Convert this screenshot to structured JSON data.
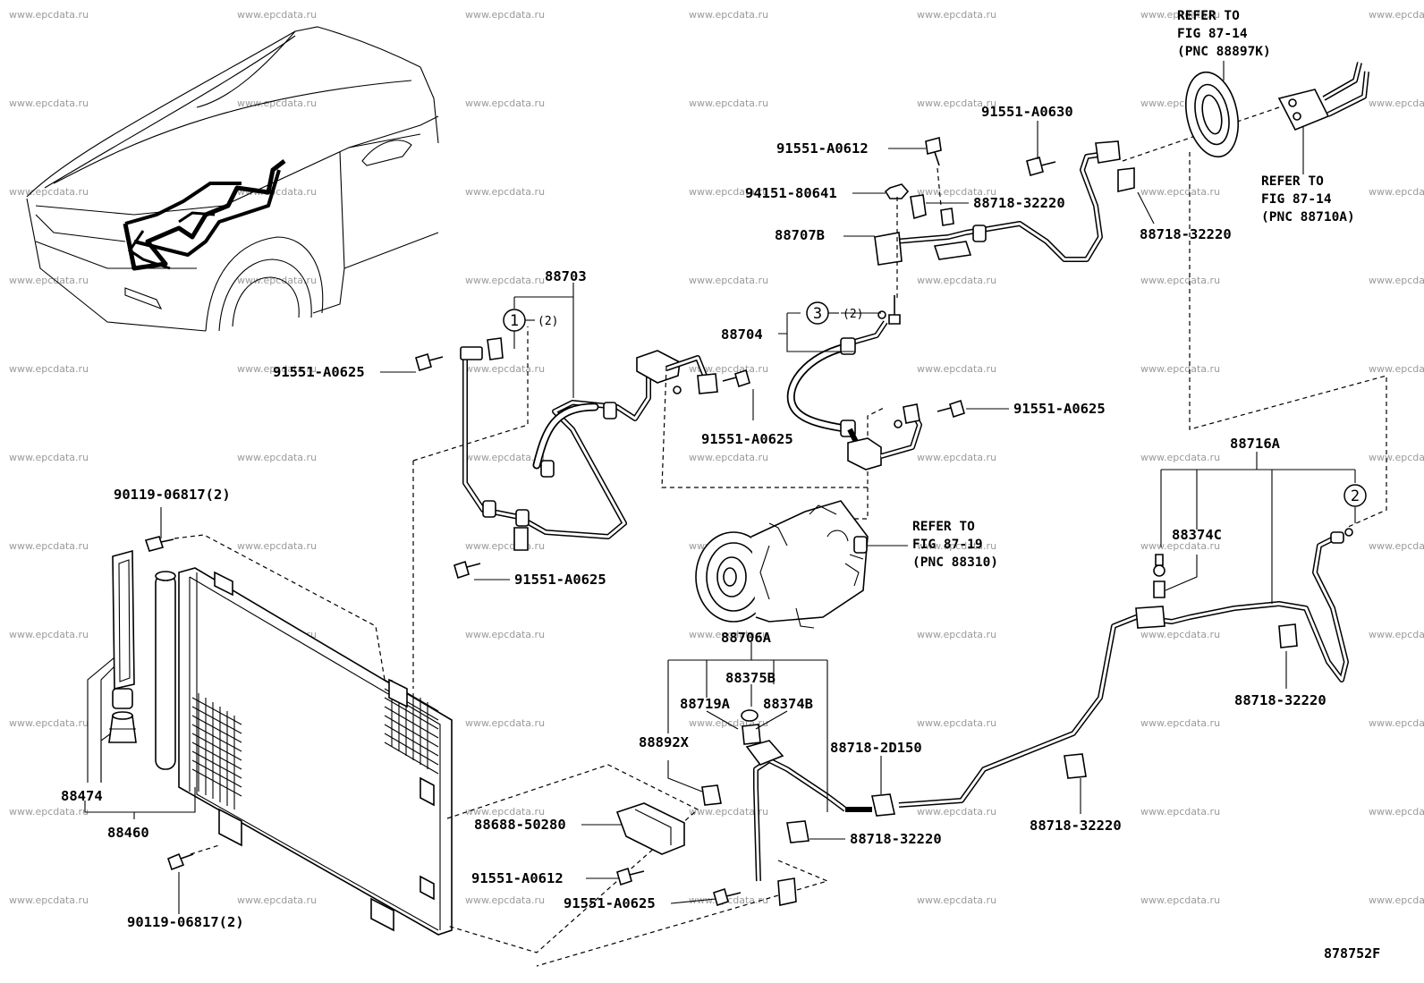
{
  "diagram": {
    "figure_id": "878752F",
    "watermark": "www.epcdata.ru",
    "labels": {
      "p88703": "88703",
      "p88704": "88704",
      "p88707b": "88707B",
      "p88716a": "88716A",
      "p88374c": "88374C",
      "p88706a": "88706A",
      "p88375b": "88375B",
      "p88719a": "88719A",
      "p88374b": "88374B",
      "p88892x": "88892X",
      "p88474": "88474",
      "p88460": "88460",
      "p88688_50280": "88688-50280",
      "p88718_2d150": "88718-2D150",
      "p90119_top": "90119-06817(2)",
      "p90119_bottom": "90119-06817(2)",
      "p91551_a0630": "91551-A0630",
      "p91551_a0612_top": "91551-A0612",
      "p91551_a0612_bottom": "91551-A0612",
      "p94151_80641": "94151-80641",
      "p88718_32220_a": "88718-32220",
      "p88718_32220_b": "88718-32220",
      "p88718_32220_c": "88718-32220",
      "p88718_32220_d": "88718-32220",
      "p88718_32220_e": "88718-32220",
      "p91551_a0625_a": "91551-A0625",
      "p91551_a0625_b": "91551-A0625",
      "p91551_a0625_c": "91551-A0625",
      "p91551_a0625_d": "91551-A0625",
      "p91551_a0625_e": "91551-A0625"
    },
    "callouts": {
      "c1": "1",
      "c1_qty": "(2)",
      "c2": "2",
      "c3": "3",
      "c3_qty": "(2)"
    },
    "refs": {
      "ref1": [
        "REFER TO",
        "FIG 87-14",
        "(PNC 88897K)"
      ],
      "ref2": [
        "REFER TO",
        "FIG 87-14",
        "(PNC 88710A)"
      ],
      "ref3": [
        "REFER TO",
        "FIG 87-19",
        "(PNC 88310)"
      ]
    }
  }
}
